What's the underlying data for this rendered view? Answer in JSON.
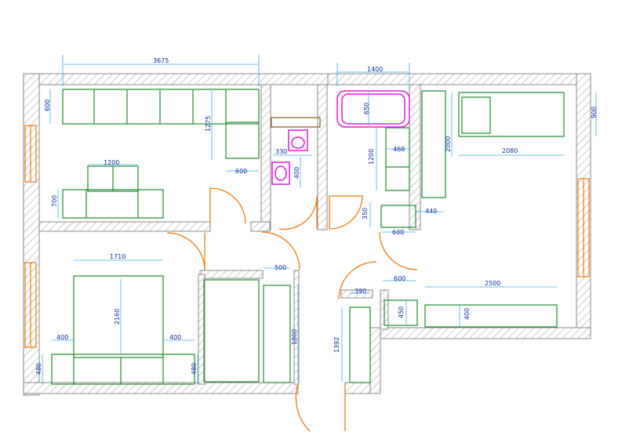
{
  "colors": {
    "furniture": "#1f8a2e",
    "plumbing": "#e01ad8",
    "doors": "#f07a12",
    "dimension_lines": "#47aee6",
    "dimension_text": "#0a2a9c",
    "walls": "#8a8a8a"
  },
  "dimensions": {
    "d_3675": "3675",
    "d_1400": "1400",
    "d_600_left_top": "600",
    "d_1275": "1275",
    "d_650": "650",
    "d_900": "900",
    "d_2000": "2000",
    "d_2080": "2080",
    "d_330": "330",
    "d_400_wc": "400",
    "d_600_kitchen": "600",
    "d_1200_table": "1200",
    "d_1200_bath": "1200",
    "d_468": "468",
    "d_700": "700",
    "d_350": "350",
    "d_440": "440",
    "d_600_hall": "600",
    "d_1710": "1710",
    "d_500": "500",
    "d_600_right": "600",
    "d_2500": "2500",
    "d_390": "390",
    "d_2160": "2160",
    "d_400_bed_left": "400",
    "d_400_bed_right": "400",
    "d_450": "450",
    "d_400_bench": "400",
    "d_1800": "1800",
    "d_1392": "1392",
    "d_480_left": "480",
    "d_480_right": "480"
  }
}
